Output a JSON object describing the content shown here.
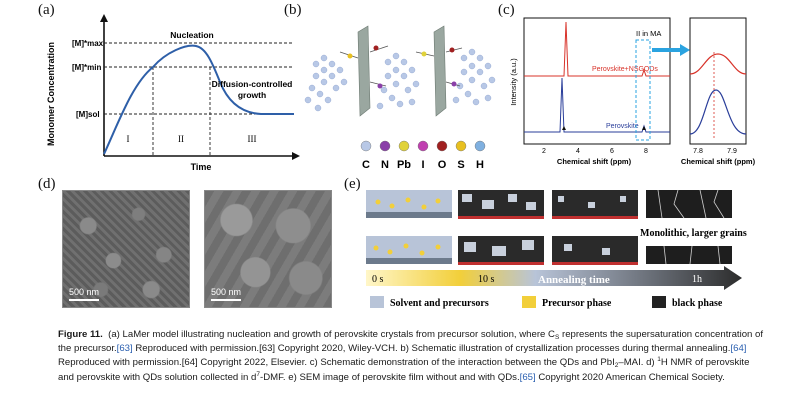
{
  "panel_a": {
    "label": "(a)",
    "y_axis": "Monomer Concentration",
    "x_axis": "Time",
    "m_max": "[M]*max",
    "m_min": "[M]*min",
    "m_sol": "[M]sol",
    "nucleation": "Nucleation",
    "diffusion": "Diffusion-controlled",
    "growth": "growth",
    "stage_1": "I",
    "stage_2": "II",
    "stage_3": "III"
  },
  "panel_b": {
    "label": "(b)",
    "legend": [
      "C",
      "N",
      "Pb",
      "I",
      "O",
      "S",
      "H"
    ],
    "legend_colors": [
      "#b8c8e6",
      "#8a3fa8",
      "#e0d23a",
      "#c040b0",
      "#a02020",
      "#e8c020",
      "#7fb0e0"
    ]
  },
  "panel_c": {
    "label": "(c)",
    "y_axis": "Intensity (a.u.)",
    "x_axis_left": "Chemical shift (ppm)",
    "x_axis_right": "Chemical shift (ppm)",
    "annotation": "II in MA",
    "series_top": "Perovskite+NSGQDs",
    "series_bottom": "Perovskite",
    "ticks_left": [
      "2",
      "4",
      "6",
      "8"
    ],
    "ticks_right": [
      "7.8",
      "7.9"
    ]
  },
  "panel_d": {
    "label": "(d)",
    "scale_left": "500 nm",
    "scale_right": "500 nm"
  },
  "panel_e": {
    "label": "(e)",
    "monolithic": "Monolithic, larger grains",
    "t0": "0 s",
    "t10": "10 s",
    "annealing": "Annealing time",
    "t1h": "1h",
    "legend_solvent": "Solvent and precursors",
    "legend_precursor": "Precursor phase",
    "legend_black": "black phase"
  },
  "caption": {
    "fig": "Figure 11.",
    "p1": "(a) LaMer model illustrating nucleation and growth of perovskite crystals from precursor solution, where C",
    "p1_sub": "S",
    "p2": " represents the supersaturation concentration of the precursor.",
    "ref63": "[63]",
    "p3": " Reproduced with permission.[63] Copyright 2020, Wiley-VCH. b) Schematic illustration of crystallization processes during thermal annealing.",
    "ref64": "[64]",
    "p4": " Reproduced with permission.[64] Copyright 2022, Elsevier. c) Schematic demonstration of the interaction between the QDs and PbI",
    "p4_sub": "2",
    "p5": "–MAI. d) ",
    "p5_sup": "1",
    "p6": "H NMR of perovskite and perovskite with QDs solution collected in d",
    "p6_sup": "7",
    "p7": "-DMF. e) SEM image of perovskite film without and with QDs.",
    "ref65": "[65]",
    "p8": " Copyright 2020 American Chemical Society."
  }
}
